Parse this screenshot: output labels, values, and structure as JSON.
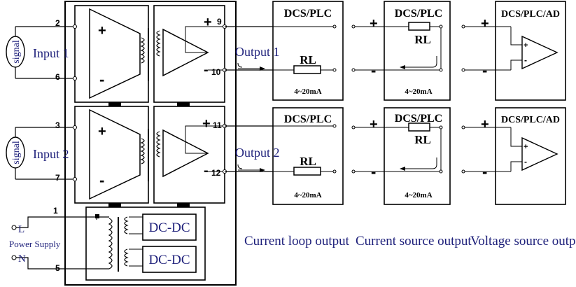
{
  "inputs": [
    {
      "label": "Input 1",
      "signal": "signal",
      "pin_pos": "2",
      "pin_neg": "6"
    },
    {
      "label": "Input 2",
      "signal": "signal",
      "pin_pos": "3",
      "pin_neg": "7"
    }
  ],
  "outputs": [
    {
      "label": "Output 1",
      "pin_pos": "9",
      "pin_neg": "10"
    },
    {
      "label": "Output 2",
      "pin_pos": "11",
      "pin_neg": "12"
    }
  ],
  "power": {
    "pin_top": "1",
    "pin_bottom": "5",
    "l_label": "L",
    "n_label": "N",
    "title": "Power Supply",
    "dcdc": "DC-DC"
  },
  "symbols": {
    "plus": "+",
    "minus": "-"
  },
  "load": {
    "dcs": "DCS/PLC",
    "ad": "DCS/PLC/AD",
    "rl": "RL",
    "range": "4~20mA"
  },
  "captions": {
    "loop": "Current loop output",
    "source": "Current source output",
    "voltage": "Voltage source output"
  }
}
